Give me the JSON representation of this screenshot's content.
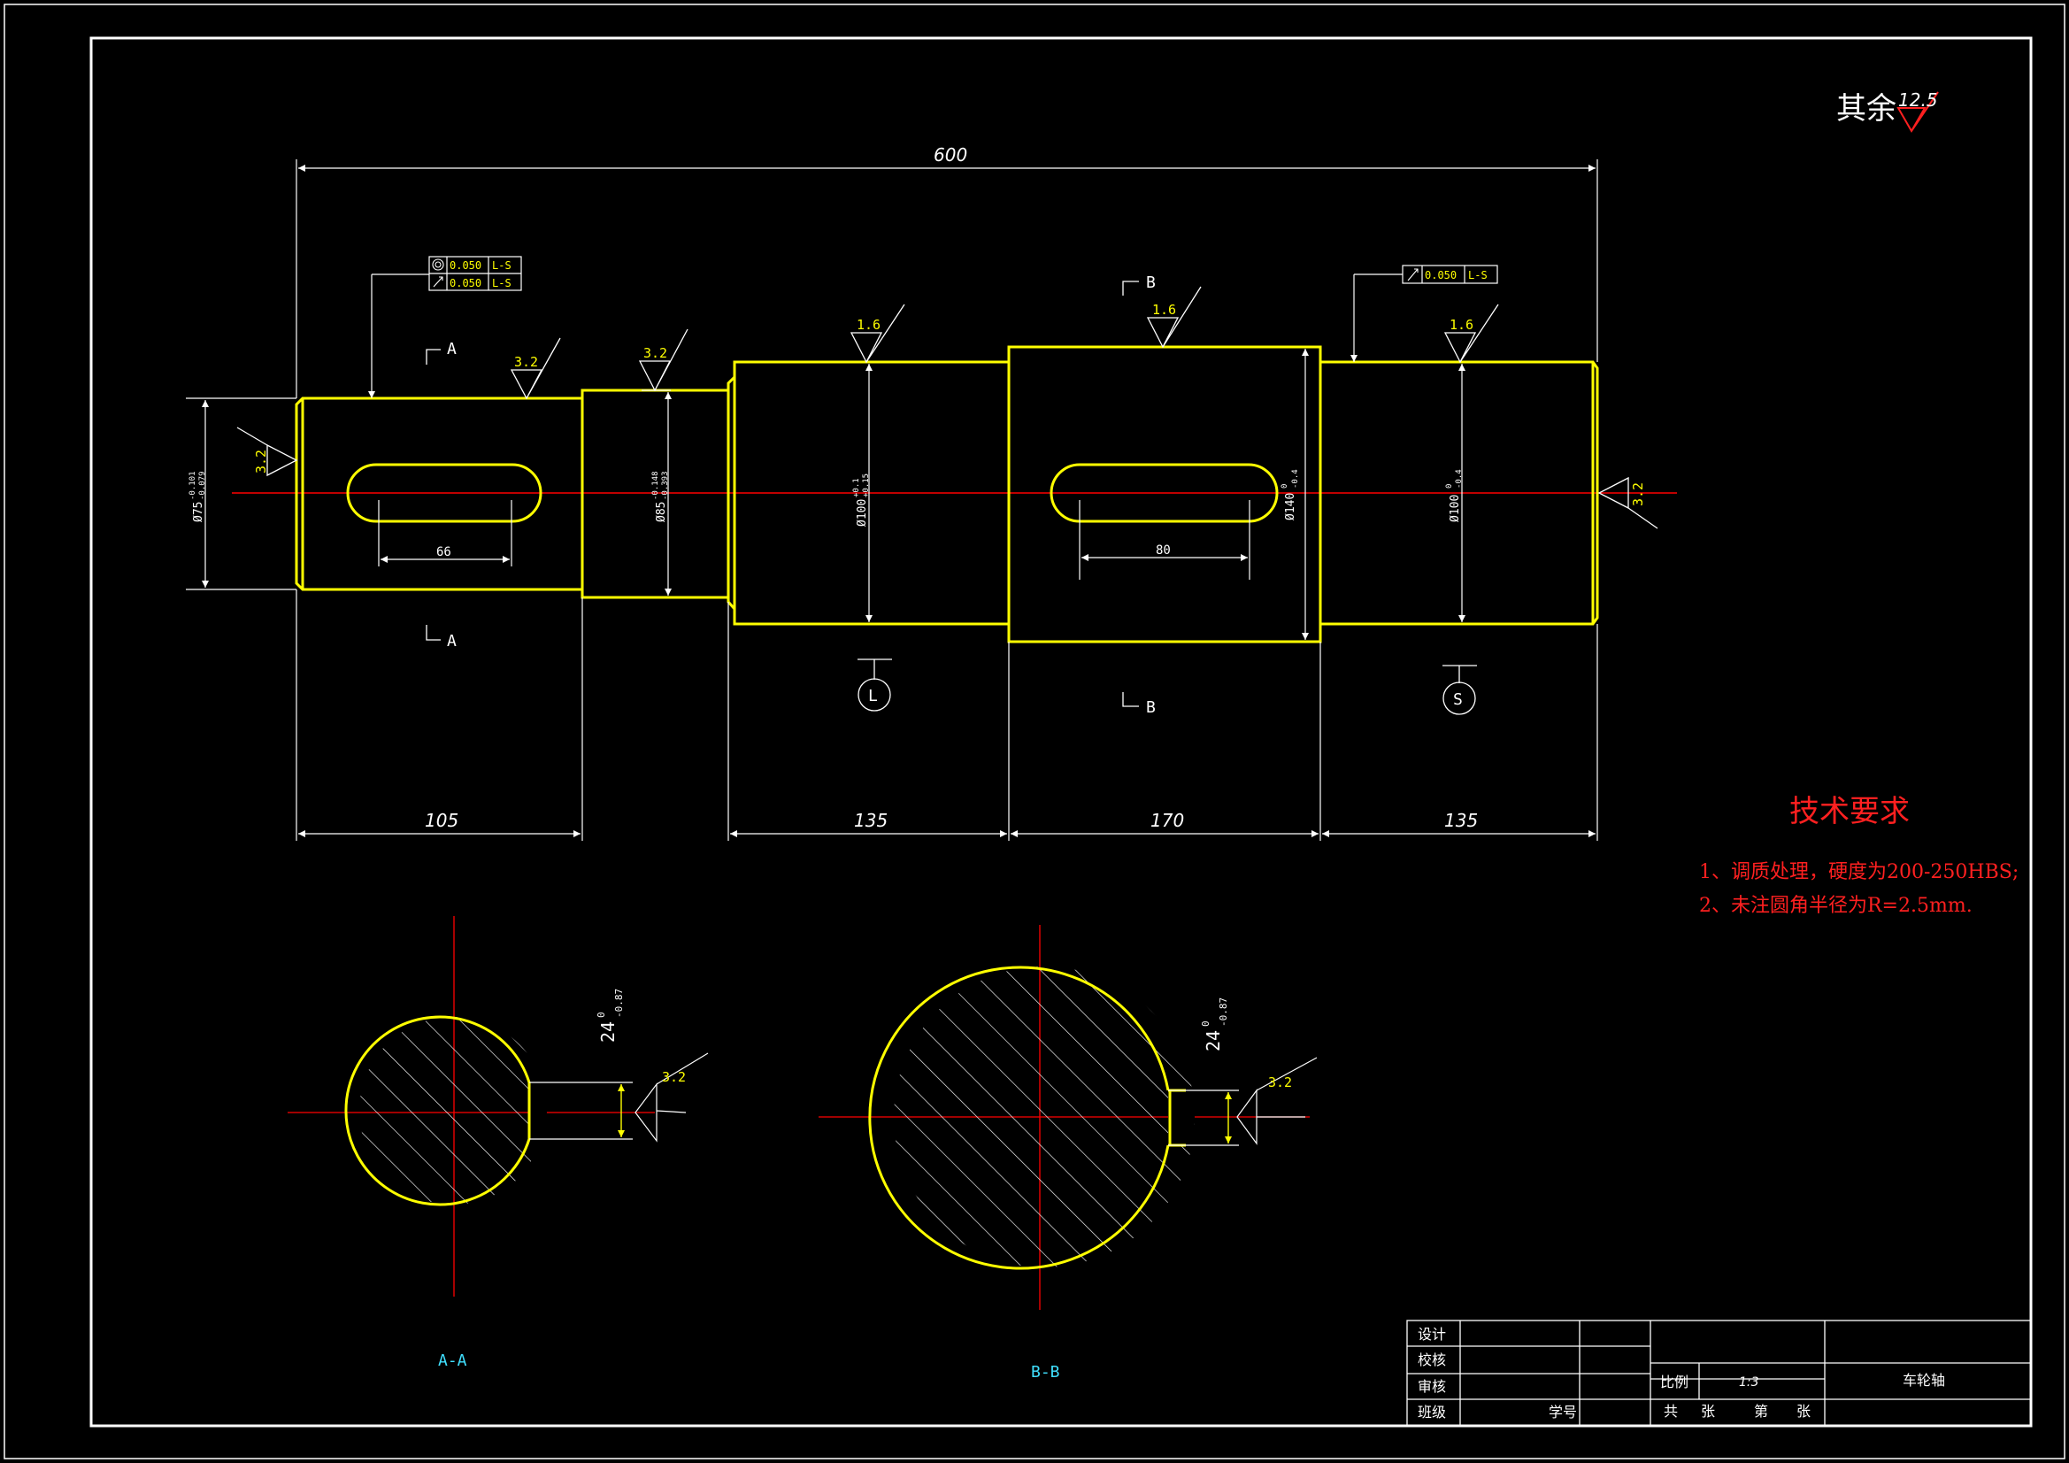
{
  "colors": {
    "background": "#000000",
    "outline": "#ffff00",
    "dimension": "#ffffff",
    "centerline": "#ff0000",
    "notes": "#ff2020",
    "section_label": "#40e0ff"
  },
  "roughness_default": {
    "label": "其余",
    "value": "12.5"
  },
  "dimensions": {
    "overall_length": "600",
    "segments": [
      "105",
      "135",
      "170",
      "135"
    ],
    "keyway_a_length": "66",
    "keyway_b_length": "80"
  },
  "diameters": [
    {
      "text": "Ø75",
      "tol_upper": "-0.101",
      "tol_lower": "-0.079"
    },
    {
      "text": "Ø85",
      "tol_upper": "-0.148",
      "tol_lower": "-0.393"
    },
    {
      "text": "Ø100",
      "tol_upper": "+0.1",
      "tol_lower": "+0.15"
    },
    {
      "text": "Ø140",
      "tol_upper": "0",
      "tol_lower": "-0.4"
    },
    {
      "text": "Ø100",
      "tol_upper": "0",
      "tol_lower": "-0.4"
    }
  ],
  "roughness_marks": [
    "3.2",
    "3.2",
    "1.6",
    "1.6",
    "1.6",
    "3.2",
    "3.2",
    "3.2",
    "3.2"
  ],
  "tolerance_frames": {
    "left": [
      {
        "symbol": "concentricity",
        "value": "0.050",
        "datum": "L-S"
      },
      {
        "symbol": "circular-runout",
        "value": "0.050",
        "datum": "L-S"
      }
    ],
    "right": [
      {
        "symbol": "circular-runout",
        "value": "0.050",
        "datum": "L-S"
      }
    ]
  },
  "datums": [
    "L",
    "S"
  ],
  "section_marks": {
    "a": "A",
    "b": "B"
  },
  "section_views": [
    {
      "label": "A-A",
      "dim": "24",
      "tol_upper": "0",
      "tol_lower": "-0.87",
      "roughness": "3.2"
    },
    {
      "label": "B-B",
      "dim": "24",
      "tol_upper": "0",
      "tol_lower": "-0.87",
      "roughness": "3.2"
    }
  ],
  "technical_requirements": {
    "title": "技术要求",
    "items": [
      "1、调质处理，硬度为200-250HBS;",
      "2、未注圆角半径为R=2.5mm."
    ]
  },
  "title_block": {
    "rows": [
      "设计",
      "校核",
      "审核",
      "班级"
    ],
    "student_id_label": "学号",
    "scale_label": "比例",
    "scale_value": "1:3",
    "sheets_total": "共",
    "sheets_unit": "张",
    "sheet_no": "第",
    "sheet_unit2": "张",
    "part_name": "车轮轴"
  }
}
